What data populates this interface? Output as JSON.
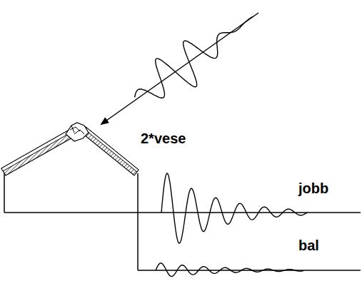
{
  "diagram": {
    "labels": [
      "2*vese",
      "jobb",
      "bal"
    ]
  }
}
